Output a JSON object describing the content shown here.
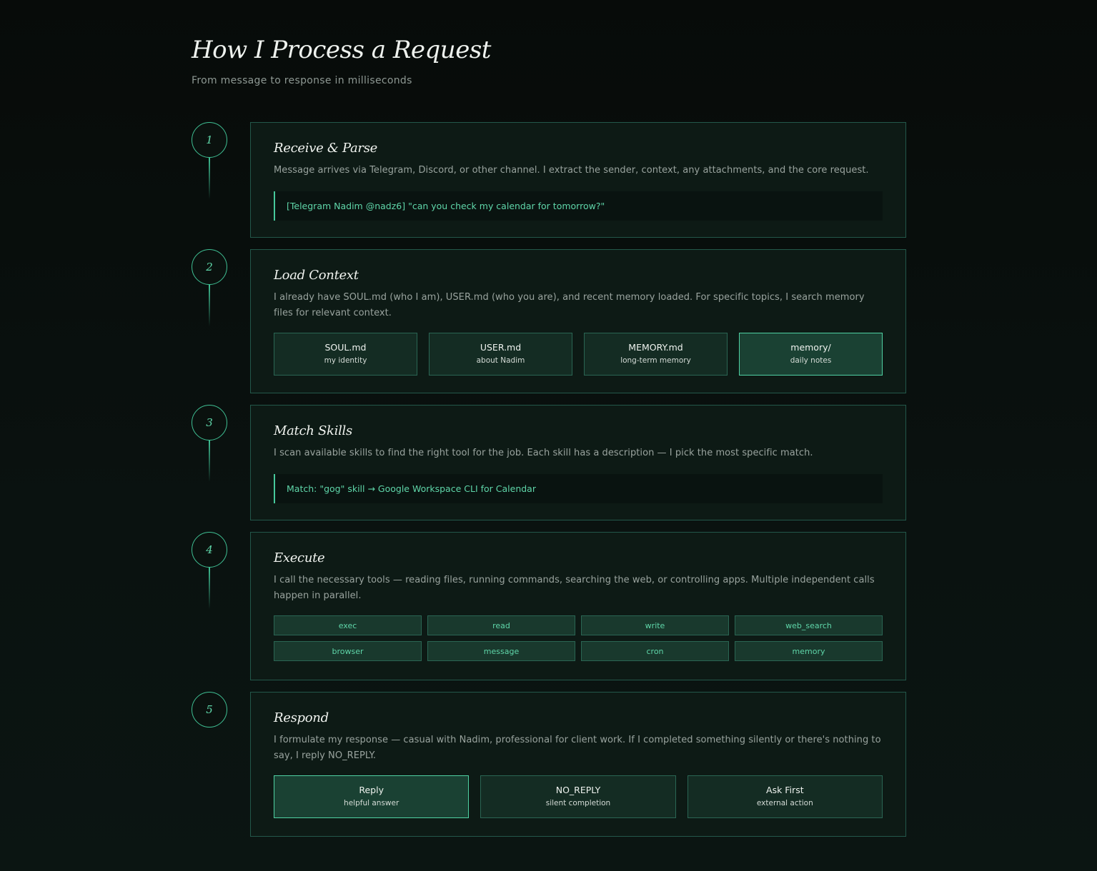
{
  "header": {
    "title": "How I Process a Request",
    "subtitle": "From message to response in milliseconds"
  },
  "colors": {
    "accent": "#4fd1a3",
    "accent_text": "#5fd6a9",
    "card_border": "#23574a",
    "card_bg": "#0d1a15",
    "page_bg": "#070b09"
  },
  "steps": [
    {
      "number": "1",
      "title": "Receive & Parse",
      "description": "Message arrives via Telegram, Discord, or other channel. I extract the sender, context, any attachments, and the core request.",
      "code": "[Telegram Nadim @nadz6] \"can you check my calendar for tomorrow?\""
    },
    {
      "number": "2",
      "title": "Load Context",
      "description": "I already have SOUL.md (who I am), USER.md (who you are), and recent memory loaded. For specific topics, I search memory files for relevant context.",
      "files": [
        {
          "name": "SOUL.md",
          "sub": "my identity",
          "active": false
        },
        {
          "name": "USER.md",
          "sub": "about Nadim",
          "active": false
        },
        {
          "name": "MEMORY.md",
          "sub": "long-term memory",
          "active": false
        },
        {
          "name": "memory/",
          "sub": "daily notes",
          "active": true
        }
      ]
    },
    {
      "number": "3",
      "title": "Match Skills",
      "description": "I scan available skills to find the right tool for the job. Each skill has a description — I pick the most specific match.",
      "code": "Match: \"gog\" skill → Google Workspace CLI for Calendar"
    },
    {
      "number": "4",
      "title": "Execute",
      "description": "I call the necessary tools — reading files, running commands, searching the web, or controlling apps. Multiple independent calls happen in parallel.",
      "tools": [
        "exec",
        "read",
        "write",
        "web_search",
        "browser",
        "message",
        "cron",
        "memory"
      ]
    },
    {
      "number": "5",
      "title": "Respond",
      "description": "I formulate my response — casual with Nadim, professional for client work. If I completed something silently or there's nothing to say, I reply NO_REPLY.",
      "outcomes": [
        {
          "name": "Reply",
          "sub": "helpful answer",
          "active": true
        },
        {
          "name": "NO_REPLY",
          "sub": "silent completion",
          "active": false
        },
        {
          "name": "Ask First",
          "sub": "external action",
          "active": false
        }
      ]
    }
  ]
}
